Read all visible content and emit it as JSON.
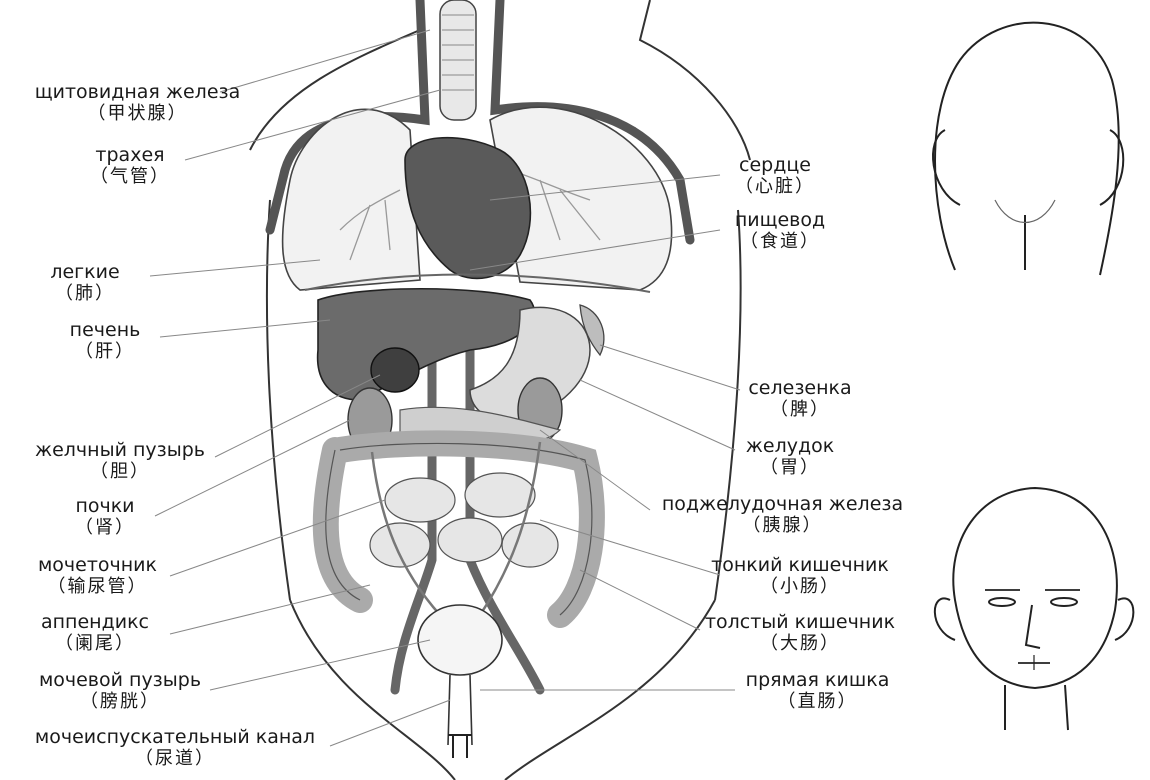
{
  "labels_left": [
    {
      "id": "thyroid",
      "ru": "щитовидная железа",
      "zh": "（甲状腺）"
    },
    {
      "id": "trachea",
      "ru": "трахея",
      "zh": "（气管）"
    },
    {
      "id": "lungs",
      "ru": "легкие",
      "zh": "（肺）"
    },
    {
      "id": "liver",
      "ru": "печень",
      "zh": "（肝）"
    },
    {
      "id": "gallbladder",
      "ru": "желчный пузырь",
      "zh": "（胆）"
    },
    {
      "id": "kidneys",
      "ru": "почки",
      "zh": "（肾）"
    },
    {
      "id": "ureter",
      "ru": "мочеточник",
      "zh": "（输尿管）"
    },
    {
      "id": "appendix",
      "ru": "аппендикс",
      "zh": "（阑尾）"
    },
    {
      "id": "bladder",
      "ru": "мочевой пузырь",
      "zh": "（膀胱）"
    },
    {
      "id": "urethra",
      "ru": "мочеиспускательный канал",
      "zh": "（尿道）"
    }
  ],
  "labels_right": [
    {
      "id": "heart",
      "ru": "сердце",
      "zh": "（心脏）"
    },
    {
      "id": "esophagus",
      "ru": "пищевод",
      "zh": "（食道）"
    },
    {
      "id": "spleen",
      "ru": "селезенка",
      "zh": "（脾）"
    },
    {
      "id": "stomach",
      "ru": "желудок",
      "zh": "（胃）"
    },
    {
      "id": "pancreas",
      "ru": "поджелудочная железа",
      "zh": "（胰腺）"
    },
    {
      "id": "small_intestine",
      "ru": "тонкий кишечник",
      "zh": "（小肠）"
    },
    {
      "id": "large_intestine",
      "ru": "толстый кишечник",
      "zh": "（大肠）"
    },
    {
      "id": "rectum",
      "ru": "прямая кишка",
      "zh": "（直肠）"
    }
  ]
}
